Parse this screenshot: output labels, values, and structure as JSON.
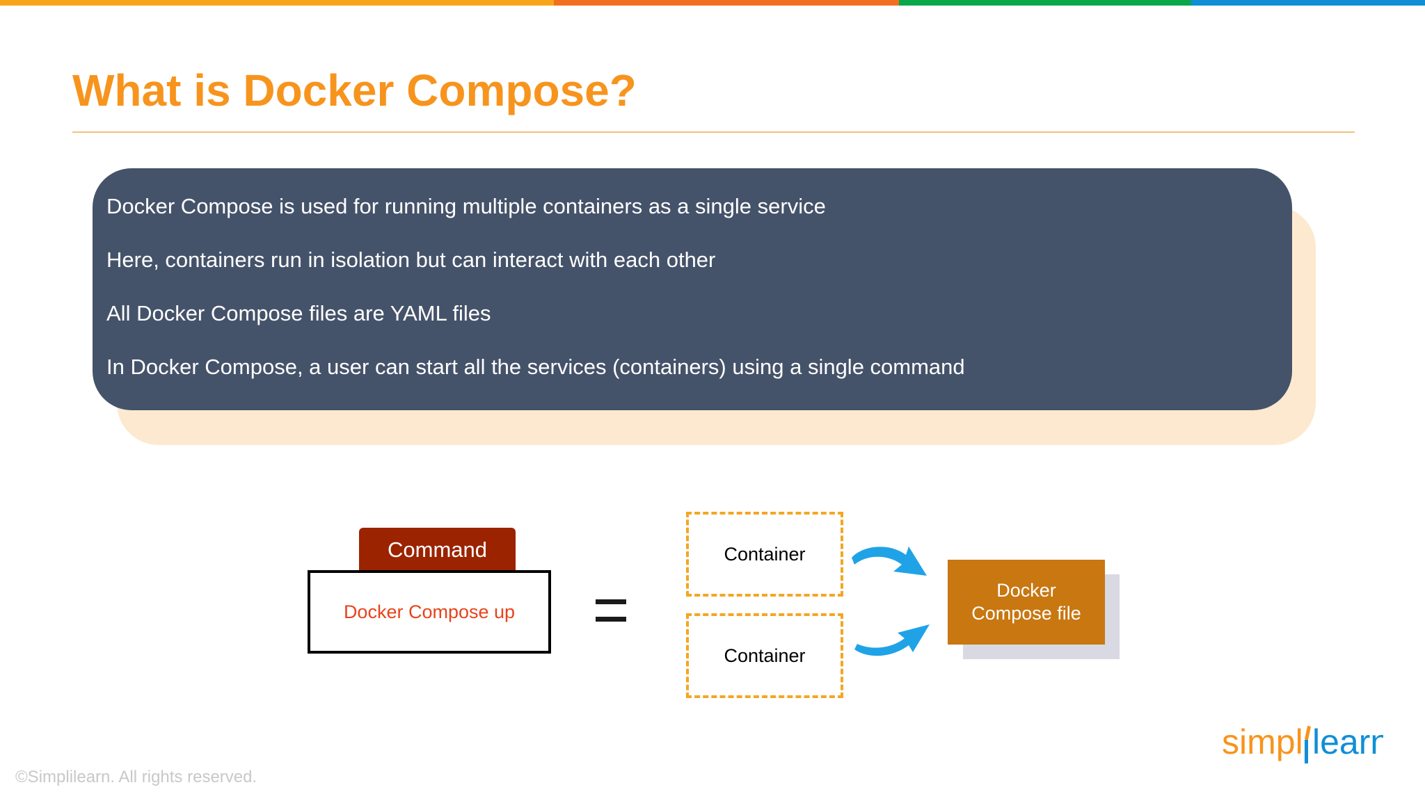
{
  "topbar": {
    "colors": [
      "#f8a51c",
      "#f26f21",
      "#0aa64a",
      "#0f8fd6"
    ],
    "weights": [
      796,
      496,
      420,
      336
    ]
  },
  "slide": {
    "title": "What is Docker Compose?",
    "bullet_glyph": "•",
    "bullets": [
      "Docker Compose is used for running multiple containers as a single service",
      "Here, containers run in isolation but can interact with each other",
      "All Docker Compose files are YAML files",
      "In Docker Compose, a user can start all the services (containers) using a single command"
    ]
  },
  "diagram": {
    "command_label": "Command",
    "command_value": "Docker Compose up",
    "containers": [
      "Container",
      "Container"
    ],
    "file_label_line1": "Docker",
    "file_label_line2": "Compose file",
    "arrow_color": "#1fa3e6"
  },
  "footer": {
    "copyright": "©Simplilearn. All rights reserved.",
    "logo_text": "simplilearn"
  }
}
